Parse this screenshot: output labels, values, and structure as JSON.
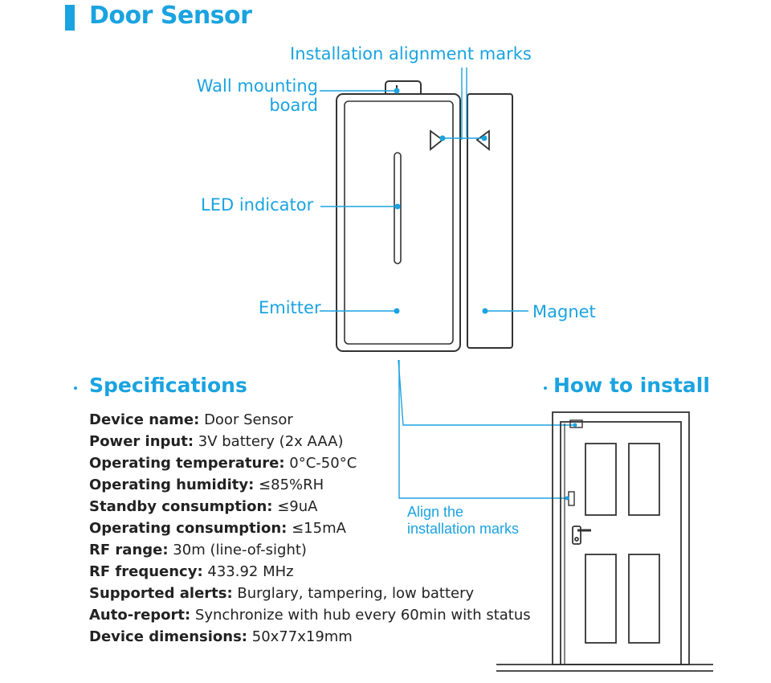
{
  "title": "Door Sensor",
  "labels": {
    "alignment_marks": "Installation alignment marks",
    "wall_board_line1": "Wall mounting",
    "wall_board_line2": "board",
    "led": "LED indicator",
    "emitter": "Emitter",
    "magnet": "Magnet",
    "align_line1": "Align the",
    "align_line2": "installation marks"
  },
  "sections": {
    "specifications": "Specifications",
    "how_to_install": "How to install"
  },
  "specs": [
    {
      "key": "Device name:",
      "value": "Door Sensor"
    },
    {
      "key": "Power input:",
      "value": "3V battery (2x AAA)"
    },
    {
      "key": "Operating temperature:",
      "value": "0°C-50°C"
    },
    {
      "key": "Operating humidity:",
      "value": "≤85%RH"
    },
    {
      "key": "Standby consumption:",
      "value": "≤9uA"
    },
    {
      "key": "Operating consumption:",
      "value": "≤15mA"
    },
    {
      "key": "RF range:",
      "value": "30m (line-of-sight)"
    },
    {
      "key": "RF frequency:",
      "value": "433.92 MHz"
    },
    {
      "key": "Supported alerts:",
      "value": "Burglary, tampering, low battery"
    },
    {
      "key": "Auto-report:",
      "value": "Synchronize with hub every 60min with status"
    },
    {
      "key": "Device dimensions:",
      "value": "50x77x19mm"
    }
  ],
  "colors": {
    "accent": "#1aa3e0",
    "outline": "#333333"
  }
}
